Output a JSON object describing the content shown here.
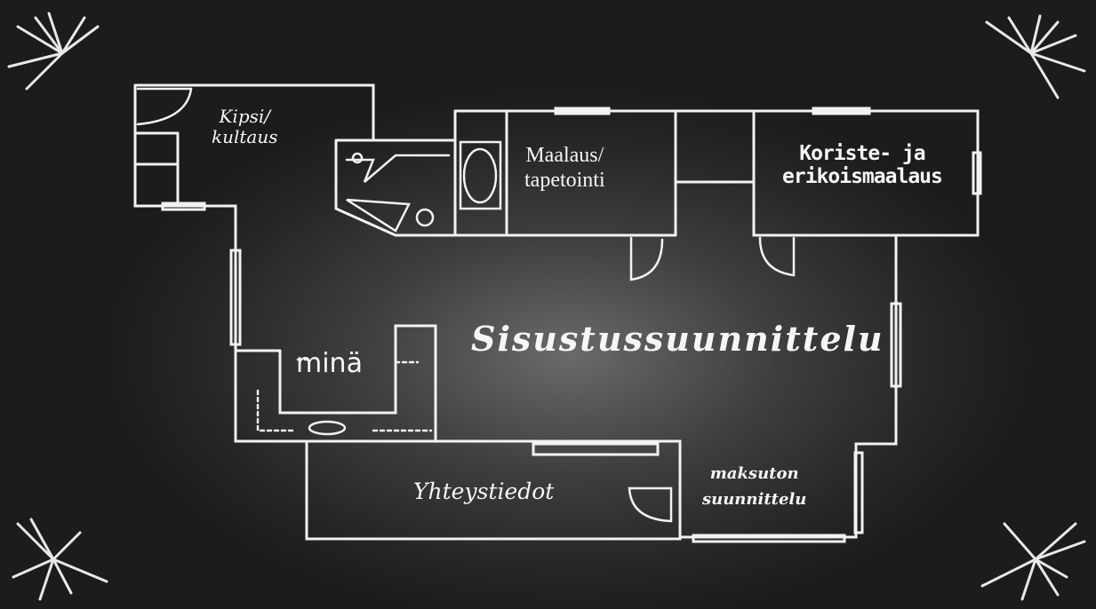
{
  "rooms": {
    "kipsi": {
      "line1": "Kipsi/",
      "line2": "kultaus"
    },
    "maalaus": {
      "line1": "Maalaus/",
      "line2": "tapetointi"
    },
    "koriste": {
      "line1": "Koriste- ja",
      "line2": "erikoismaalaus"
    },
    "sisustus": "Sisustussuunnittelu",
    "mina": "minä",
    "yhteys": "Yhteystiedot",
    "maksuton": {
      "line1": "maksuton",
      "line2": "suunnittelu"
    }
  },
  "colors": {
    "chalk": "#f4f4f4",
    "board": "#2a2a2a"
  }
}
